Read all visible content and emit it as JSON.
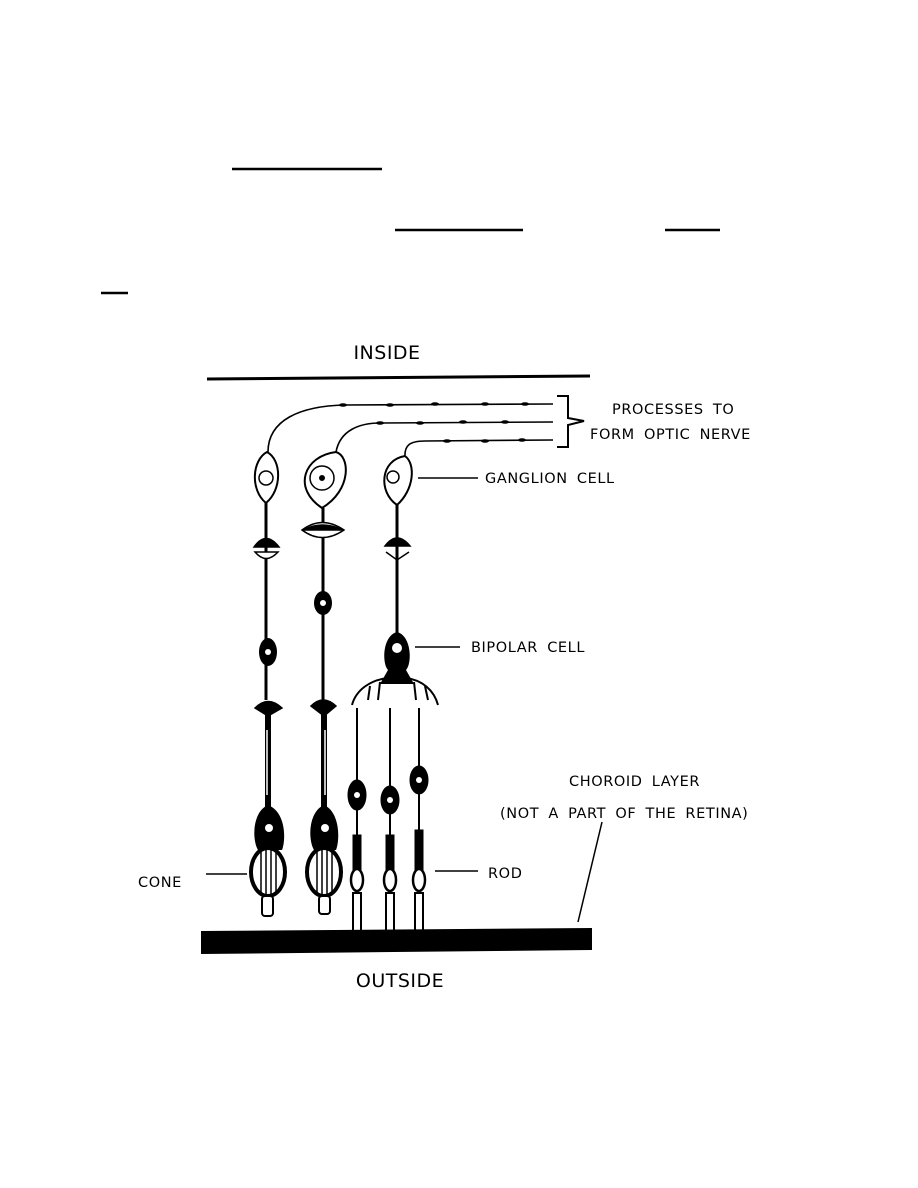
{
  "diagram": {
    "labels": {
      "inside": "INSIDE",
      "outside": "OUTSIDE",
      "processes_line1": "PROCESSES TO",
      "processes_line2": "FORM OPTIC NERVE",
      "ganglion": "GANGLION CELL",
      "bipolar": "BIPOLAR CELL",
      "choroid_line1": "CHOROID LAYER",
      "choroid_line2": "(NOT A PART OF THE RETINA)",
      "cone": "CONE",
      "rod": "ROD"
    },
    "colors": {
      "ink": "#000000",
      "paper": "#ffffff"
    }
  }
}
